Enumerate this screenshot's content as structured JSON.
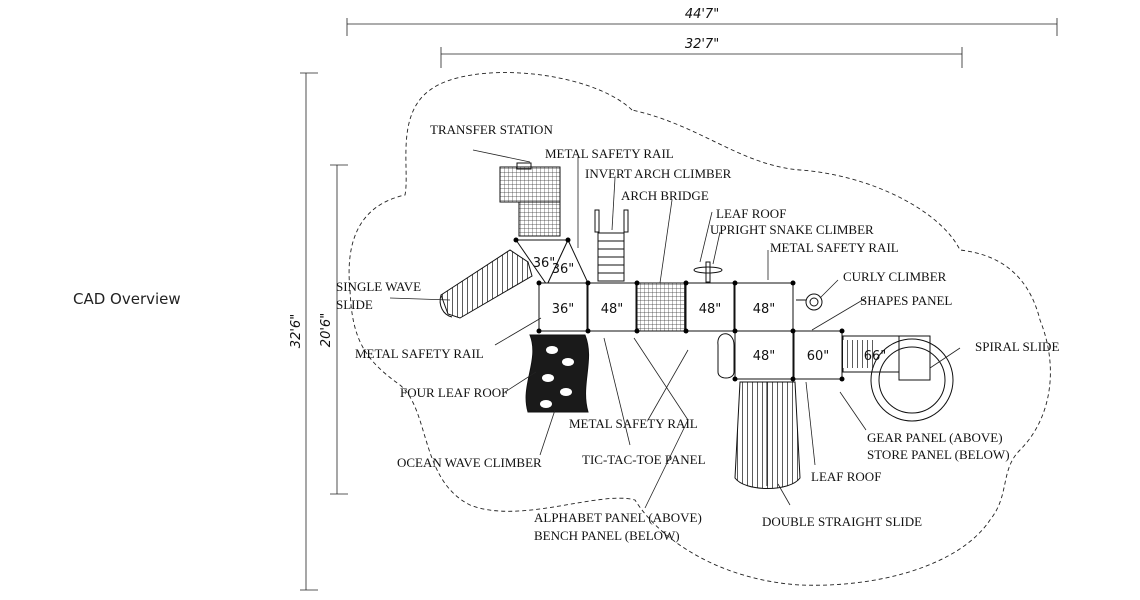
{
  "title": "CAD Overview",
  "dimensions": {
    "overall_width": "44'7\"",
    "inner_width": "32'7\"",
    "overall_height": "32'6\"",
    "inner_height": "20'6\""
  },
  "decks": [
    {
      "id": "d1",
      "label": "36\""
    },
    {
      "id": "d2",
      "label": "36\""
    },
    {
      "id": "d3",
      "label": "36\""
    },
    {
      "id": "d4",
      "label": "48\""
    },
    {
      "id": "d5",
      "label": "48\""
    },
    {
      "id": "d6",
      "label": "48\""
    },
    {
      "id": "d7",
      "label": "48\""
    },
    {
      "id": "d8",
      "label": "60\""
    },
    {
      "id": "d9",
      "label": "66\""
    }
  ],
  "labels": {
    "transfer_station": "TRANSFER STATION",
    "metal_safety_rail_top": "METAL SAFETY RAIL",
    "invert_arch_climber": "INVERT ARCH CLIMBER",
    "arch_bridge": "ARCH BRIDGE",
    "leaf_roof_top": "LEAF ROOF",
    "upright_snake_climber": "UPRIGHT SNAKE CLIMBER",
    "metal_safety_rail_right": "METAL SAFETY RAIL",
    "curly_climber": "CURLY CLIMBER",
    "shapes_panel": "SHAPES PANEL",
    "spiral_slide": "SPIRAL SLIDE",
    "single_wave_slide_1": "SINGLE WAVE",
    "single_wave_slide_2": "SLIDE",
    "metal_safety_rail_left": "METAL SAFETY RAIL",
    "four_leaf_roof": "FOUR LEAF ROOF",
    "ocean_wave_climber": "OCEAN WAVE CLIMBER",
    "metal_safety_rail_bottom": "METAL SAFETY RAIL",
    "tic_tac_toe_panel": "TIC-TAC-TOE PANEL",
    "alphabet_panel": "ALPHABET PANEL (ABOVE)",
    "bench_panel": "BENCH PANEL (BELOW)",
    "double_straight_slide": "DOUBLE STRAIGHT SLIDE",
    "leaf_roof_bottom": "LEAF ROOF",
    "gear_panel": "GEAR PANEL (ABOVE)",
    "store_panel": "STORE PANEL (BELOW)"
  }
}
